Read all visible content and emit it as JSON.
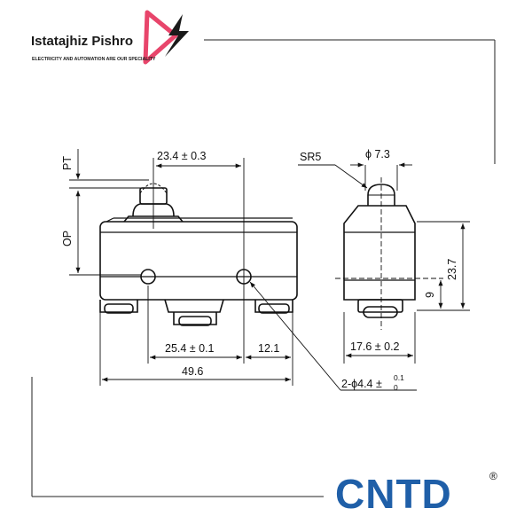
{
  "brand": {
    "name": "Istatajhiz Pishro",
    "tagline": "ELECTRICITY AND AUTOMATION ARE OUR SPECIALITY",
    "logo_color": "#e8456b"
  },
  "manufacturer": {
    "name": "CNTD",
    "registered_mark": "®",
    "color": "#1f5fa8"
  },
  "drawing": {
    "front_view": {
      "labels": {
        "pt": "PT",
        "op": "OP"
      },
      "dimensions": {
        "top_width": "23.4 ± 0.3",
        "hole_spacing": "25.4 ± 0.1",
        "edge_offset": "12.1",
        "overall_length": "49.6",
        "hole_callout_main": "2-ϕ4.4 ±",
        "hole_callout_sup": "0.1",
        "hole_callout_sub": "0"
      }
    },
    "side_view": {
      "labels": {
        "sr": "SR5",
        "diameter": "ϕ 7.3"
      },
      "dimensions": {
        "height": "23.7",
        "hole_height": "9",
        "width": "17.6 ± 0.2"
      }
    }
  }
}
